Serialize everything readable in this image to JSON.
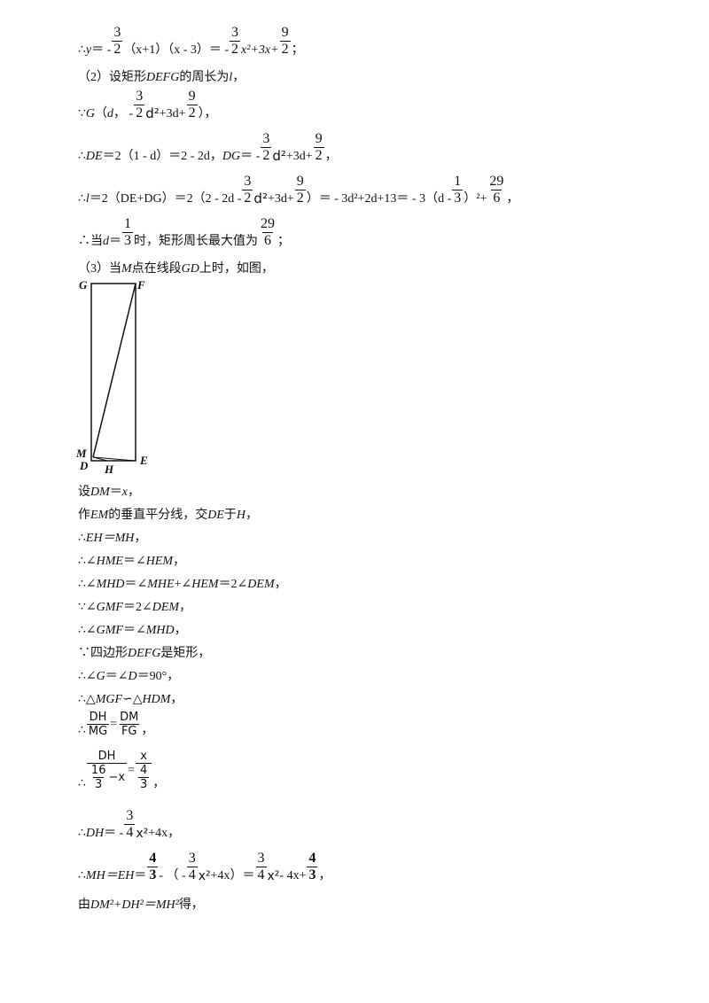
{
  "lines": {
    "l1": {
      "a": "∴",
      "b": "y",
      "c": "＝ - ",
      "f1n": "3",
      "f1d": "2",
      "d": "（x+1）（x - 3）＝ - ",
      "f2n": "3",
      "f2d": "2",
      "e": "x²+3x+",
      "f3n": "9",
      "f3d": "2",
      "g": "；"
    },
    "l2": {
      "a": "（2）设矩形 ",
      "b": "DEFG",
      "c": " 的周长为 ",
      "d": "l",
      "e": "，"
    },
    "l3": {
      "a": "∵",
      "b": "G",
      "c": "（",
      "d": "d",
      "e": "， - ",
      "f1n": "3",
      "f1d": "2",
      "g": "d²",
      "h": " +3d+",
      "f2n": "9",
      "f2d": "2",
      "i": "），"
    },
    "l4": {
      "a": "∴",
      "b": "DE",
      "c": "＝2（1 - d）＝2 - 2d，",
      "d": "DG",
      "e": "＝ - ",
      "f1n": "3",
      "f1d": "2",
      "g": "d²",
      "h": " +3d+",
      "f2n": "9",
      "f2d": "2",
      "i": "，"
    },
    "l5": {
      "a": "∴",
      "b": "l",
      "c": "＝2（DE+DG）＝2（2 - 2d - ",
      "f1n": "3",
      "f1d": "2",
      "g": "d²",
      "h": " +3d+",
      "f2n": "9",
      "f2d": "2",
      "i": "）＝ - 3d²+2d+13＝ - 3（d - ",
      "f3n": "1",
      "f3d": "3",
      "j": "）²+ ",
      "f4n": "29",
      "f4d": "6",
      "k": "，"
    },
    "l6": {
      "a": "∴当 ",
      "b": "d",
      "c": "＝",
      "f1n": "1",
      "f1d": "3",
      "d": "时，矩形周长最大值为 ",
      "f2n": "29",
      "f2d": "6",
      "e": "；"
    },
    "l7": {
      "a": "（3）当 ",
      "b": "M",
      "c": " 点在线段 ",
      "d": "GD",
      "e": " 上时，如图，"
    },
    "l8": {
      "a": "设 ",
      "b": "DM",
      "c": "＝",
      "d": "x",
      "e": "，"
    },
    "l9": {
      "a": "作 ",
      "b": "EM",
      "c": " 的垂直平分线，交 ",
      "d": "DE",
      "e": " 于 ",
      "f": "H",
      "g": "，"
    },
    "l10": {
      "a": "∴",
      "b": "EH＝MH",
      "c": "，"
    },
    "l11": {
      "a": "∴∠",
      "b": "HME",
      "c": "＝∠",
      "d": "HEM",
      "e": "，"
    },
    "l12": {
      "a": "∴∠",
      "b": "MHD",
      "c": "＝∠",
      "d": "MHE",
      "e": "+∠",
      "f": "HEM",
      "g": "＝2∠",
      "h": "DEM",
      "i": "，"
    },
    "l13": {
      "a": "∵∠",
      "b": "GMF",
      "c": "＝2∠",
      "d": "DEM",
      "e": "，"
    },
    "l14": {
      "a": "∴∠",
      "b": "GMF",
      "c": "＝∠",
      "d": "MHD",
      "e": "，"
    },
    "l15": {
      "a": "∵四边形 ",
      "b": "DEFG",
      "c": " 是矩形，"
    },
    "l16": {
      "a": "∴∠",
      "b": "G",
      "c": "＝∠",
      "d": "D",
      "e": "＝90°，"
    },
    "l17": {
      "a": "∴△",
      "b": "MGF",
      "c": "∽△",
      "d": "HDM",
      "e": "，"
    },
    "l18": {
      "a": "∴",
      "f1n": "DH",
      "f1d": "MG",
      "b": "=",
      "f2n": "DM",
      "f2d": "FG",
      "c": "，"
    },
    "l19": {
      "a": "∴",
      "topn": "DH",
      "bn": "16",
      "bd": "3",
      "bx": "−x",
      "b": "=",
      "rtn": "x",
      "rbn": "4",
      "rbd": "3",
      "c": "，"
    },
    "l20": {
      "a": "∴",
      "b": "DH",
      "c": "＝ - ",
      "f1n": "3",
      "f1d": "4",
      "d": "x²",
      "e": " +4x，"
    },
    "l21": {
      "a": "∴",
      "b": "MH＝EH",
      "c": "＝",
      "f1n": "4",
      "f1d": "3",
      "d": " - （ - ",
      "f2n": "3",
      "f2d": "4",
      "e": "x²",
      "f": " +4x）＝",
      "f3n": "3",
      "f3d": "4",
      "g": "x²",
      "h": " - 4x+",
      "f4n": "4",
      "f4d": "3",
      "i": "，"
    },
    "l22": {
      "a": "由 ",
      "b": "DM²+DH²＝MH²",
      "c": " 得，"
    }
  },
  "figure": {
    "G": "G",
    "F": "F",
    "M": "M",
    "D": "D",
    "H": "H",
    "E": "E"
  }
}
